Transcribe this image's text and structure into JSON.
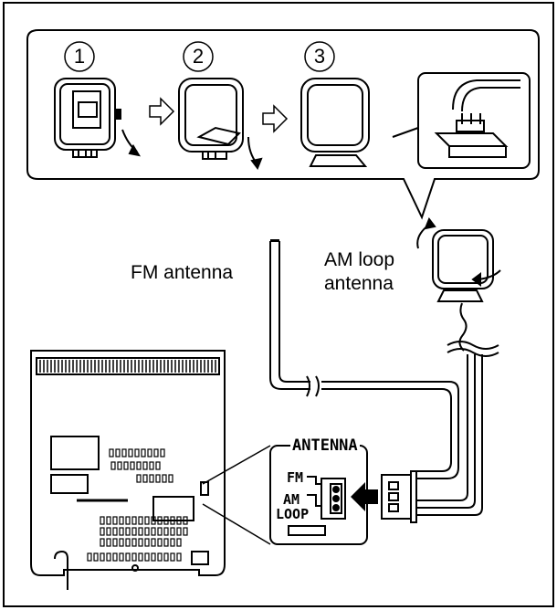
{
  "steps": [
    "1",
    "2",
    "3"
  ],
  "labels": {
    "fm_antenna": "FM antenna",
    "am_loop_line1": "AM loop",
    "am_loop_line2": "antenna"
  },
  "panel": {
    "title": "ANTENNA",
    "fm": "FM",
    "am": "AM",
    "loop": "LOOP"
  },
  "icons": [
    "loop-antenna-icon",
    "arrow-right-icon",
    "rotate-arrow-icon",
    "connector-plug-icon"
  ]
}
